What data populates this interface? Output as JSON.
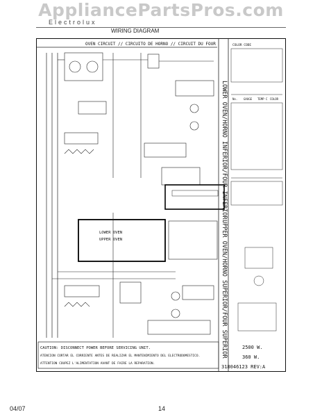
{
  "watermark": "AppliancePartsPros.com",
  "header": {
    "brand_text": "Electrolux",
    "title": "WIRING DIAGRAM"
  },
  "diagram": {
    "top_label": "OVEN CIRCUIT // CIRCUITO DE HORNO // CIRCUIT DU FOUR",
    "lower_side_label": "LOWER OVEN/HORNO INFERIOR/FOUR INFERIOR",
    "upper_side_label": "UPPER OVEN/HORNO SUPERIOR/FOUR SUPERIOR",
    "lower_oven_label": "LOWER OVEN",
    "upper_oven_label": "UPPER OVEN",
    "caution_line1": "CAUTION: DISCONNECT POWER BEFORE SERVICING UNIT.",
    "caution_line2": "ATENCION CORTAR EL CORRIENTE ANTES DE REALIZAR EL MANTENIMIENTO DEL ELECTRODOMESTICO.",
    "caution_line3": "ATTENTION COUPEZ L'ALIMENTATION AVANT DE FAIRE LA REPARATION.",
    "doc_code": "318046123 REV:A",
    "watts_upper": "2500 W.",
    "watts_lower": "360 W.",
    "wire_colors_title": "COLOR CODE",
    "wire_table_header": [
      "No.",
      "GAUGE",
      "TEMP C",
      "COLOR"
    ]
  },
  "footer": {
    "date": "04/07",
    "page": "14"
  },
  "colors": {
    "watermark": "#c9c9c9",
    "line": "#222222"
  }
}
